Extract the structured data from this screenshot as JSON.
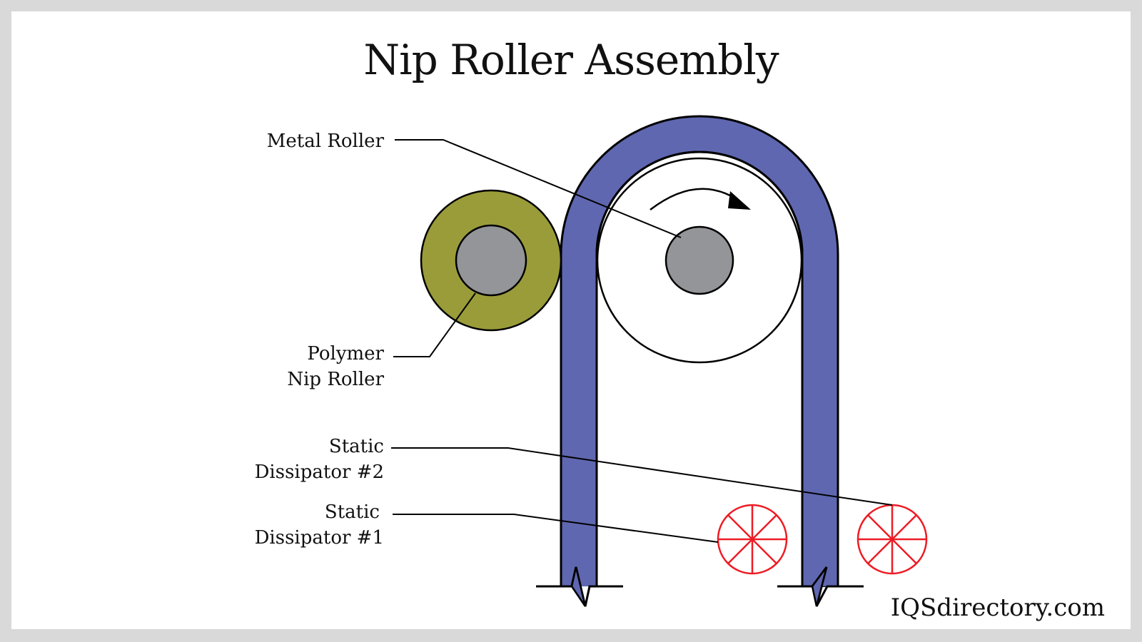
{
  "title": "Nip Roller Assembly",
  "labels": {
    "metal_roller": "Metal Roller",
    "polymer_line1": "Polymer",
    "polymer_line2": "Nip Roller",
    "sd2_line1": "Static",
    "sd2_line2": "Dissipator #2",
    "sd1_line1": "Static",
    "sd1_line2": "Dissipator #1"
  },
  "brand": "IQSdirectory.com",
  "colors": {
    "background_frame": "#d9d9d9",
    "belt": "#5f67b0",
    "polymer_roller": "#9a9c3a",
    "core": "#939598",
    "dissipator": "#ee1c24",
    "line": "#000000"
  }
}
